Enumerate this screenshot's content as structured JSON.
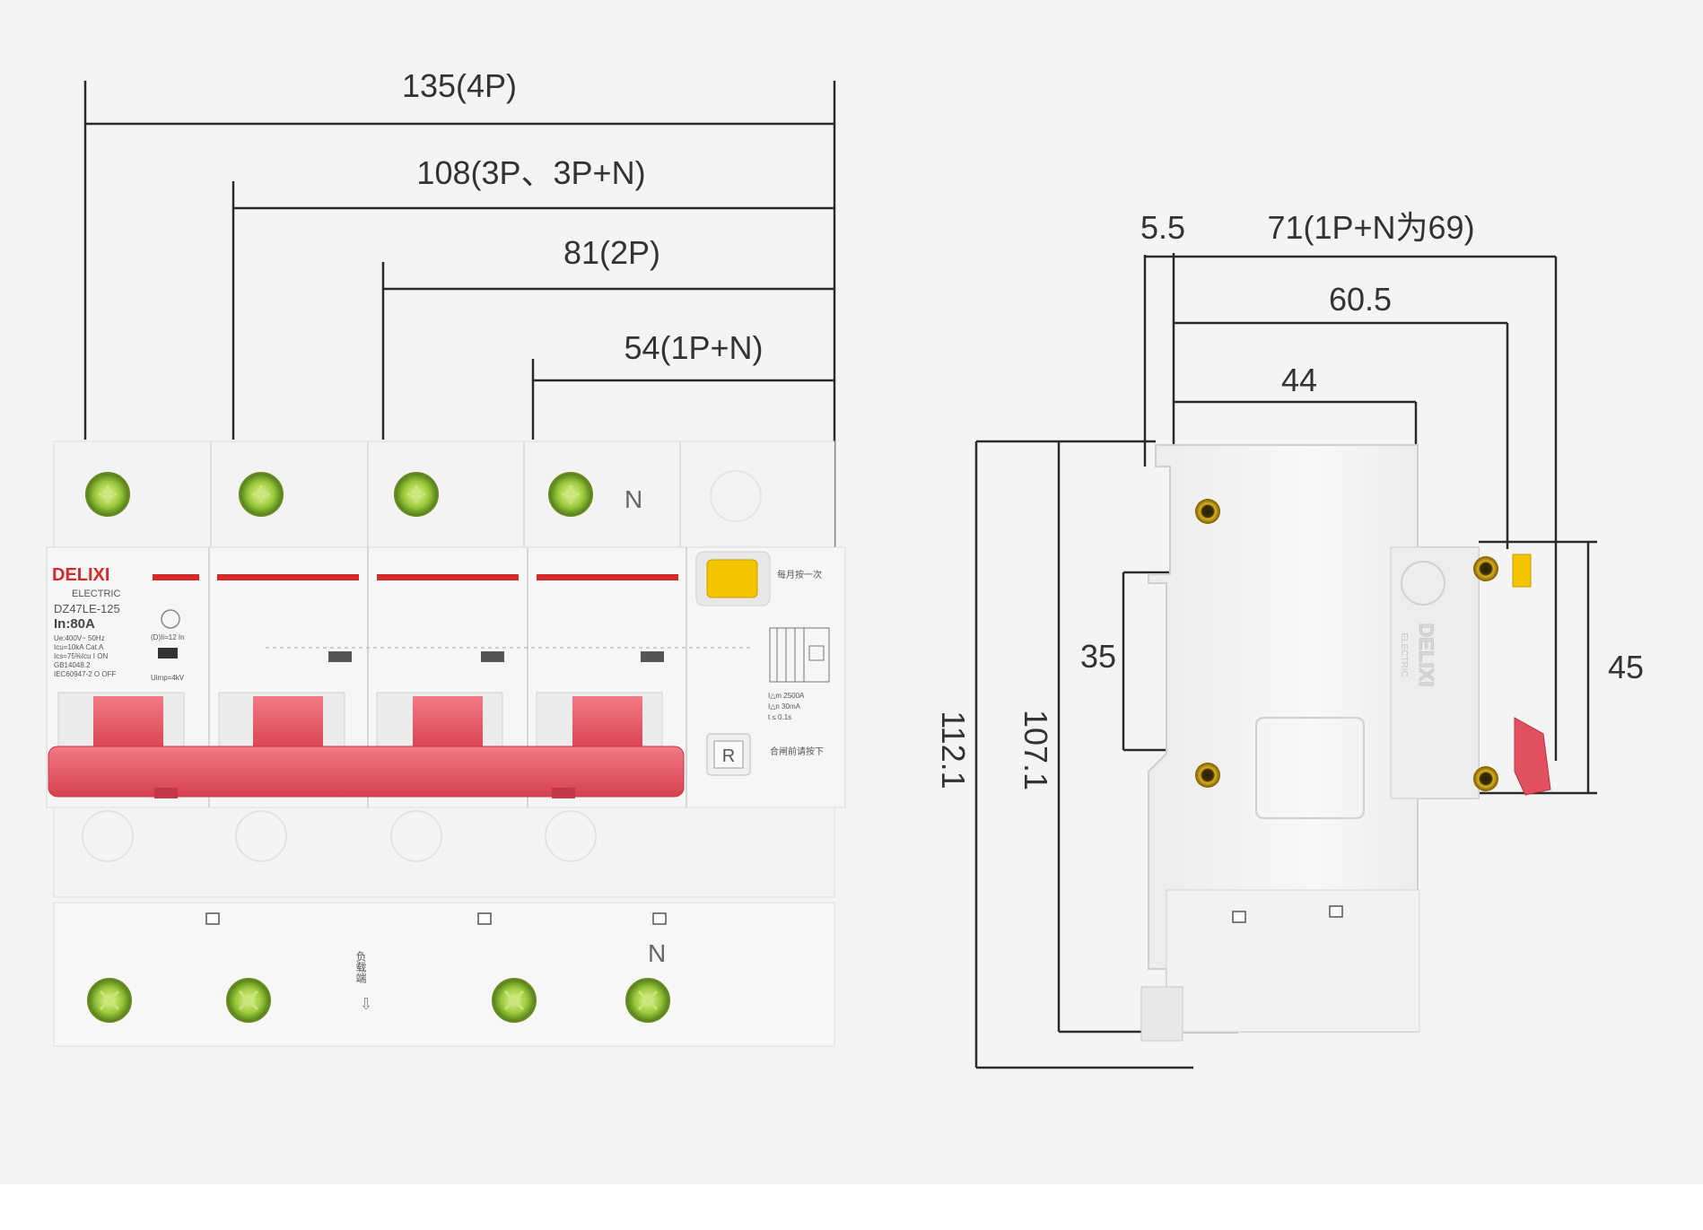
{
  "front_view": {
    "width_dimensions": [
      {
        "label": "135(4P)"
      },
      {
        "label": "108(3P、3P+N)"
      },
      {
        "label": "81(2P)"
      },
      {
        "label": "54(1P+N)"
      }
    ],
    "neutral_label_top": "N",
    "neutral_label_bottom": "N",
    "brand": "DELIXI",
    "brand_sub": "ELECTRIC",
    "model": "DZ47LE-125",
    "rating": "In:80A",
    "spec_lines": [
      "Ue:400V~  50Hz",
      "Icu=10kA  Cat.A",
      "Ics=75%Icu  I ON",
      "GB14048.2",
      "IEC60947-2  O OFF"
    ],
    "uimp": "Uimp=4kV",
    "trip_note": "(D)Ii=12 In",
    "test_note": "每月按一次",
    "reset_note": "合闸前请按下",
    "reset_button": "R",
    "leakage_lines": [
      "I△m 2500A",
      "I△n 30mA",
      "t ≤ 0.1s"
    ],
    "load_side_text": "负载端",
    "load_arrow": "⇩",
    "colors": {
      "handle": "#e0505e",
      "brand_red": "#d42a2a",
      "test_button": "#f5c400",
      "terminal_green": "#9bc93a"
    }
  },
  "side_view": {
    "top_dimensions": [
      {
        "label": "5.5"
      },
      {
        "label": "71(1P+N为69)"
      },
      {
        "label": "60.5"
      },
      {
        "label": "44"
      }
    ],
    "height_dimensions": [
      {
        "label": "112.1"
      },
      {
        "label": "107.1"
      },
      {
        "label": "35"
      },
      {
        "label": "45"
      }
    ],
    "embossed_brand": "DELIXI",
    "embossed_sub": "ELECTRIC"
  }
}
